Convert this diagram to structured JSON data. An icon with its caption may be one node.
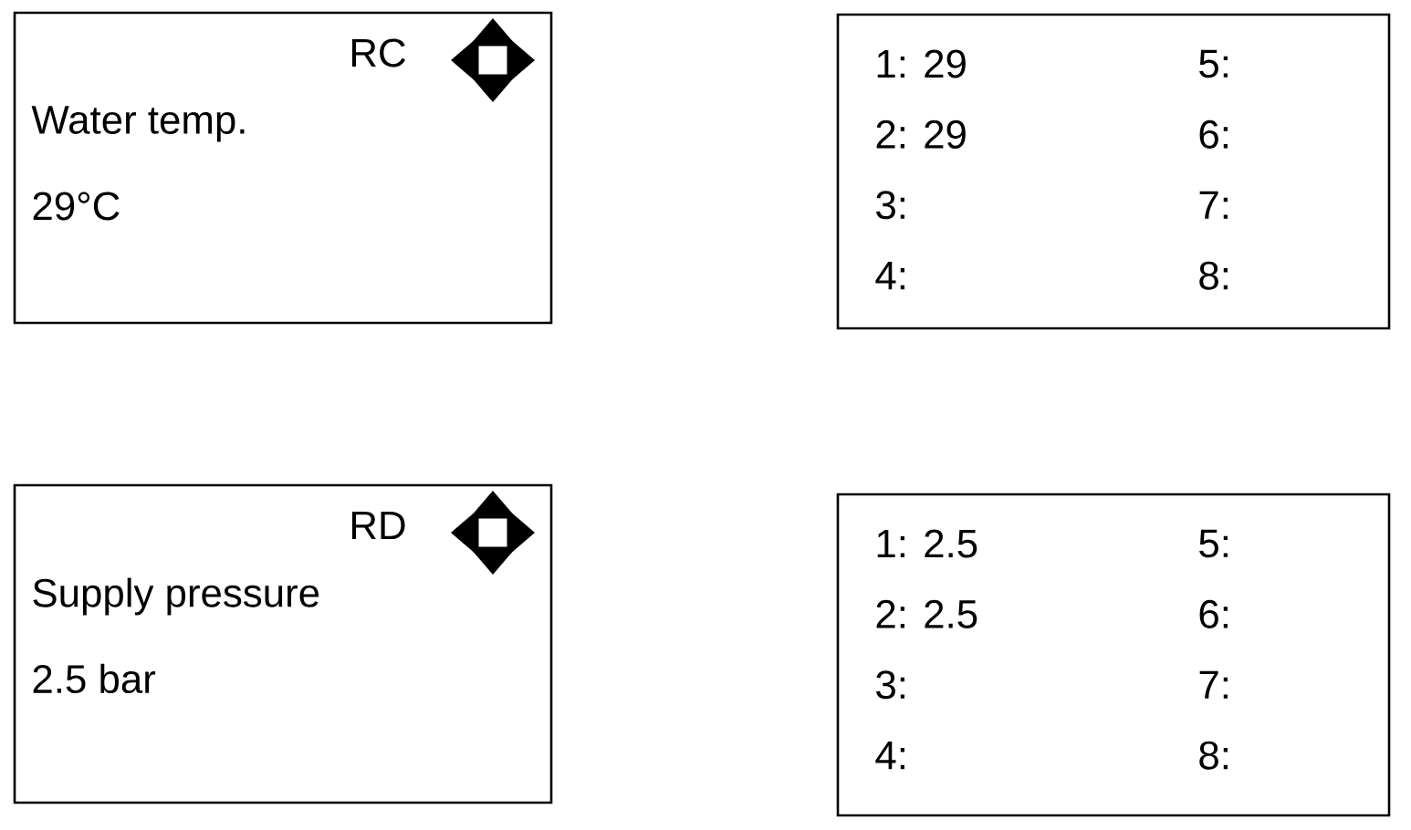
{
  "diagram": {
    "nodes": [
      {
        "text": [
          "RC",
          "Water temp.",
          "29°C"
        ]
      },
      {
        "text": [
          "1: 29",
          "5:",
          "2: 29",
          "6:",
          "3:",
          "7:",
          "4:",
          "8:"
        ]
      },
      {
        "text": [
          "RD",
          "Supply pressure",
          "2.5 bar"
        ]
      },
      {
        "text": [
          "1: 2.5",
          "5:",
          "2: 2.5",
          "6:",
          "3:",
          "7:",
          "4:",
          "8:"
        ]
      }
    ]
  }
}
